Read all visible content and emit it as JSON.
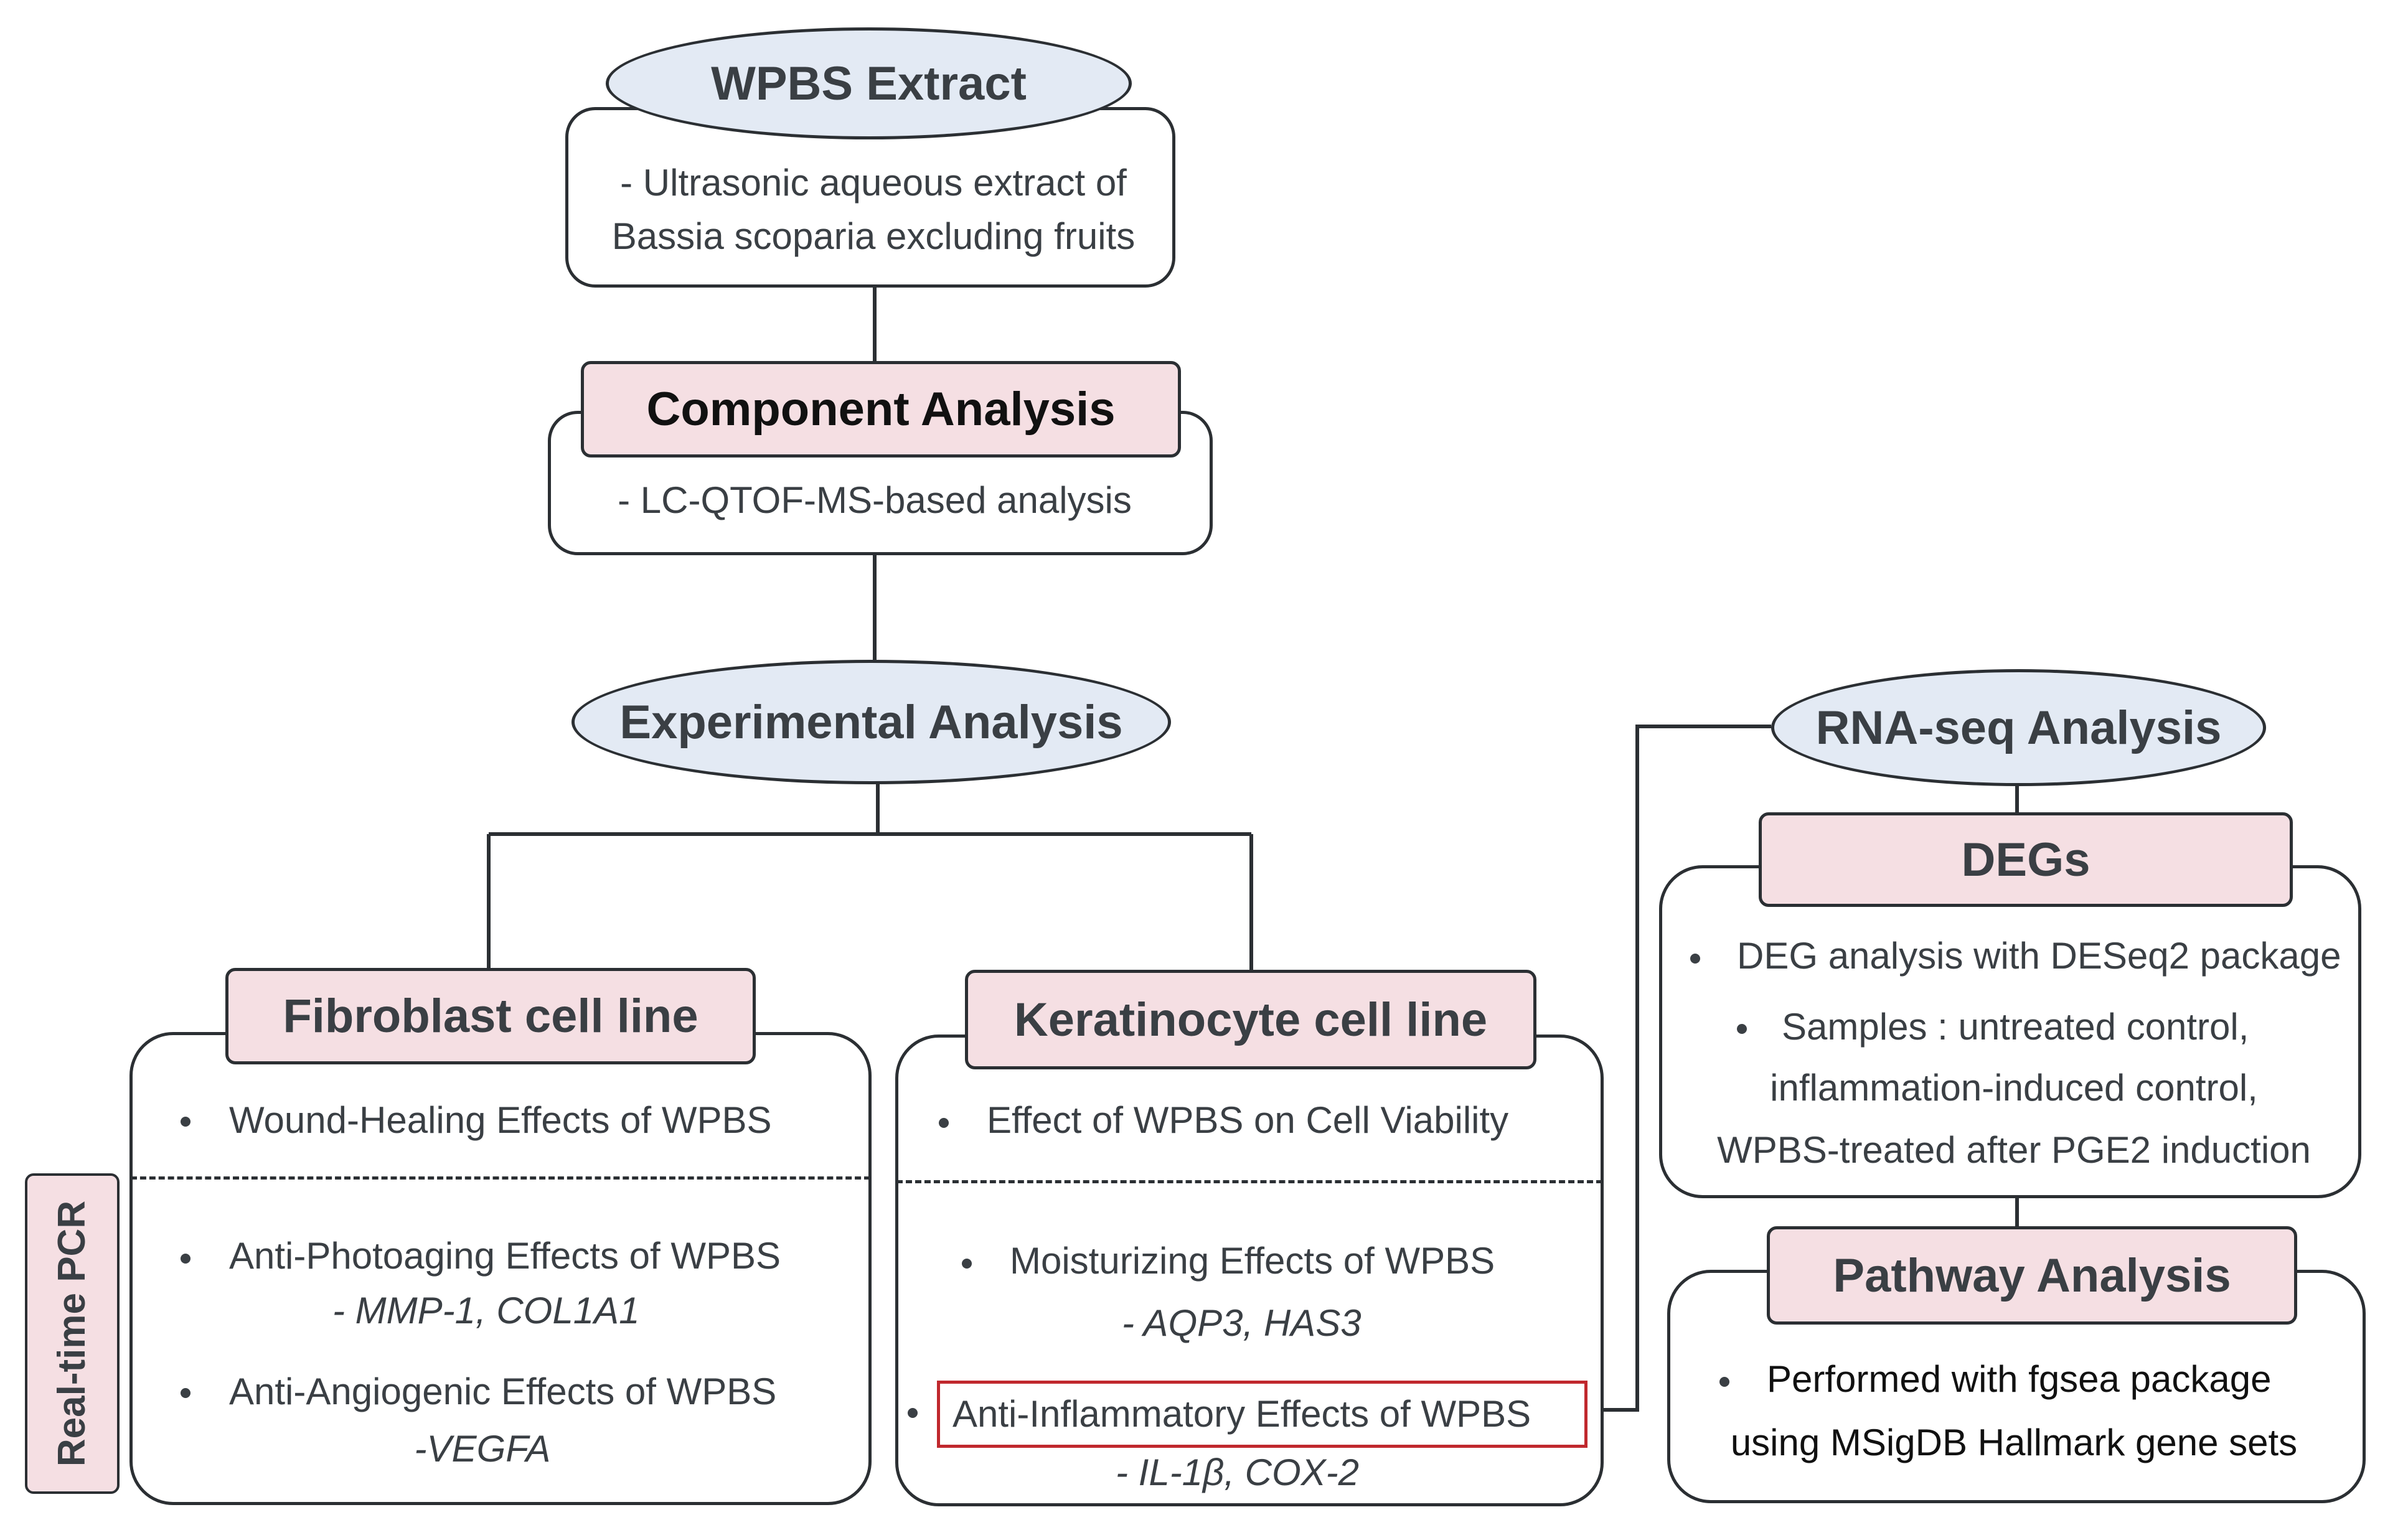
{
  "wpbs": {
    "title": "WPBS Extract",
    "line1": "- Ultrasonic aqueous extract of",
    "line2": "Bassia scoparia excluding fruits"
  },
  "component": {
    "title": "Component Analysis",
    "desc": "- LC-QTOF-MS-based analysis"
  },
  "experimental": {
    "title": "Experimental Analysis"
  },
  "fibroblast": {
    "title": "Fibroblast cell line",
    "item1": "Wound-Healing Effects of WPBS",
    "item2": "Anti-Photoaging Effects of WPBS",
    "item2_genes": "- MMP-1, COL1A1",
    "item3": "Anti-Angiogenic Effects of WPBS",
    "item3_genes": "-VEGFA"
  },
  "keratinocyte": {
    "title": "Keratinocyte cell line",
    "item1": "Effect of WPBS on Cell Viability",
    "item2": "Moisturizing Effects of WPBS",
    "item2_genes": "- AQP3, HAS3",
    "item3": "Anti-Inflammatory Effects of WPBS",
    "item3_genes": "- IL-1β, COX-2"
  },
  "side_label": "Real-time PCR",
  "rnaseq": {
    "title": "RNA-seq Analysis"
  },
  "degs": {
    "title": "DEGs",
    "item1": "DEG analysis with DESeq2 package",
    "item2_l1": "Samples : untreated control,",
    "item2_l2": "inflammation-induced control,",
    "item2_l3": "WPBS-treated after PGE2 induction"
  },
  "pathway": {
    "title": "Pathway Analysis",
    "item1_l1": "Performed with fgsea package",
    "item1_l2": "using MSigDB Hallmark gene sets"
  },
  "colors": {
    "pill_fill": "#e3eaf4",
    "tag_fill": "#f5dfe3",
    "highlight_border": "#c0282d",
    "stroke": "#2b2f33"
  }
}
